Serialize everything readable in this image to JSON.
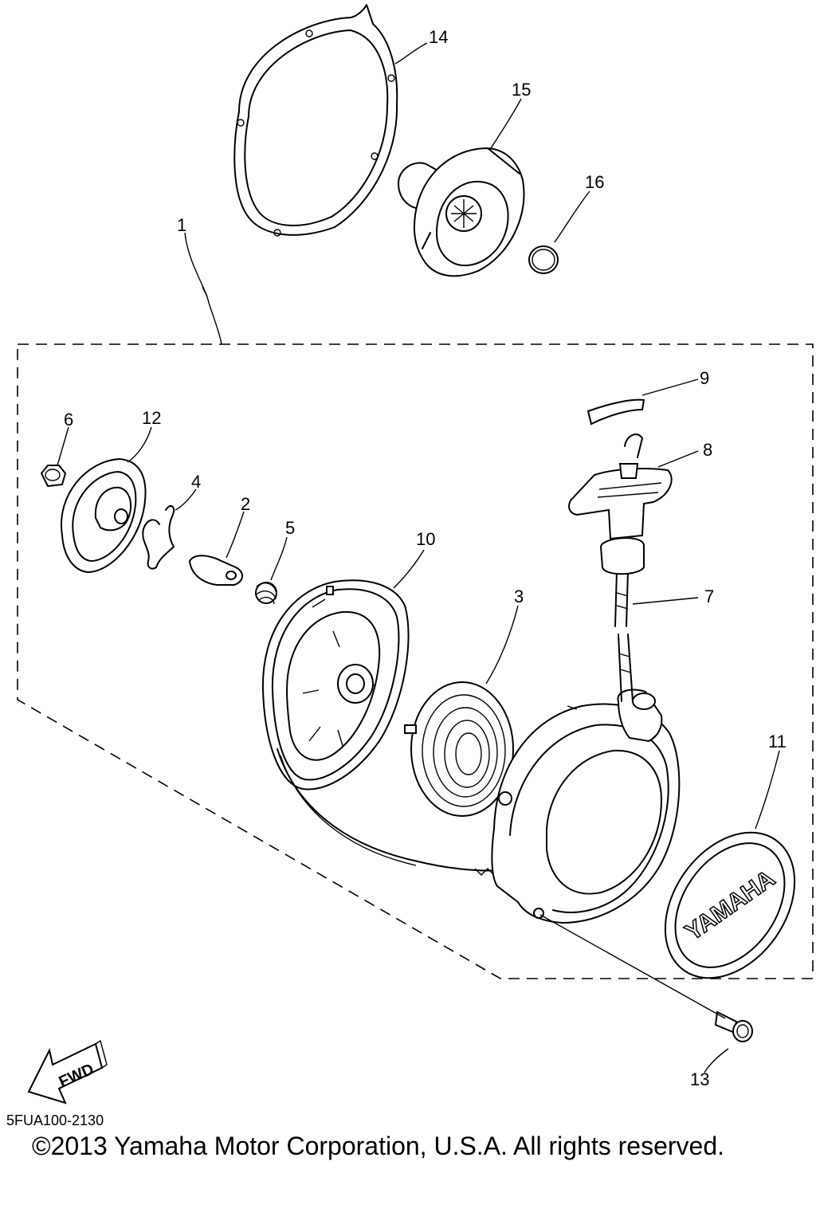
{
  "diagram": {
    "callouts": {
      "c1": "1",
      "c2": "2",
      "c3": "3",
      "c4": "4",
      "c5": "5",
      "c6": "6",
      "c7": "7",
      "c8": "8",
      "c9": "9",
      "c10": "10",
      "c11": "11",
      "c12": "12",
      "c13": "13",
      "c14": "14",
      "c15": "15",
      "c16": "16"
    },
    "fwd_label": "FWD",
    "cover_brand": "YAMAHA"
  },
  "footer": {
    "code": "5FUA100-2130",
    "copyright": "©2013 Yamaha Motor Corporation, U.S.A. All rights reserved."
  }
}
